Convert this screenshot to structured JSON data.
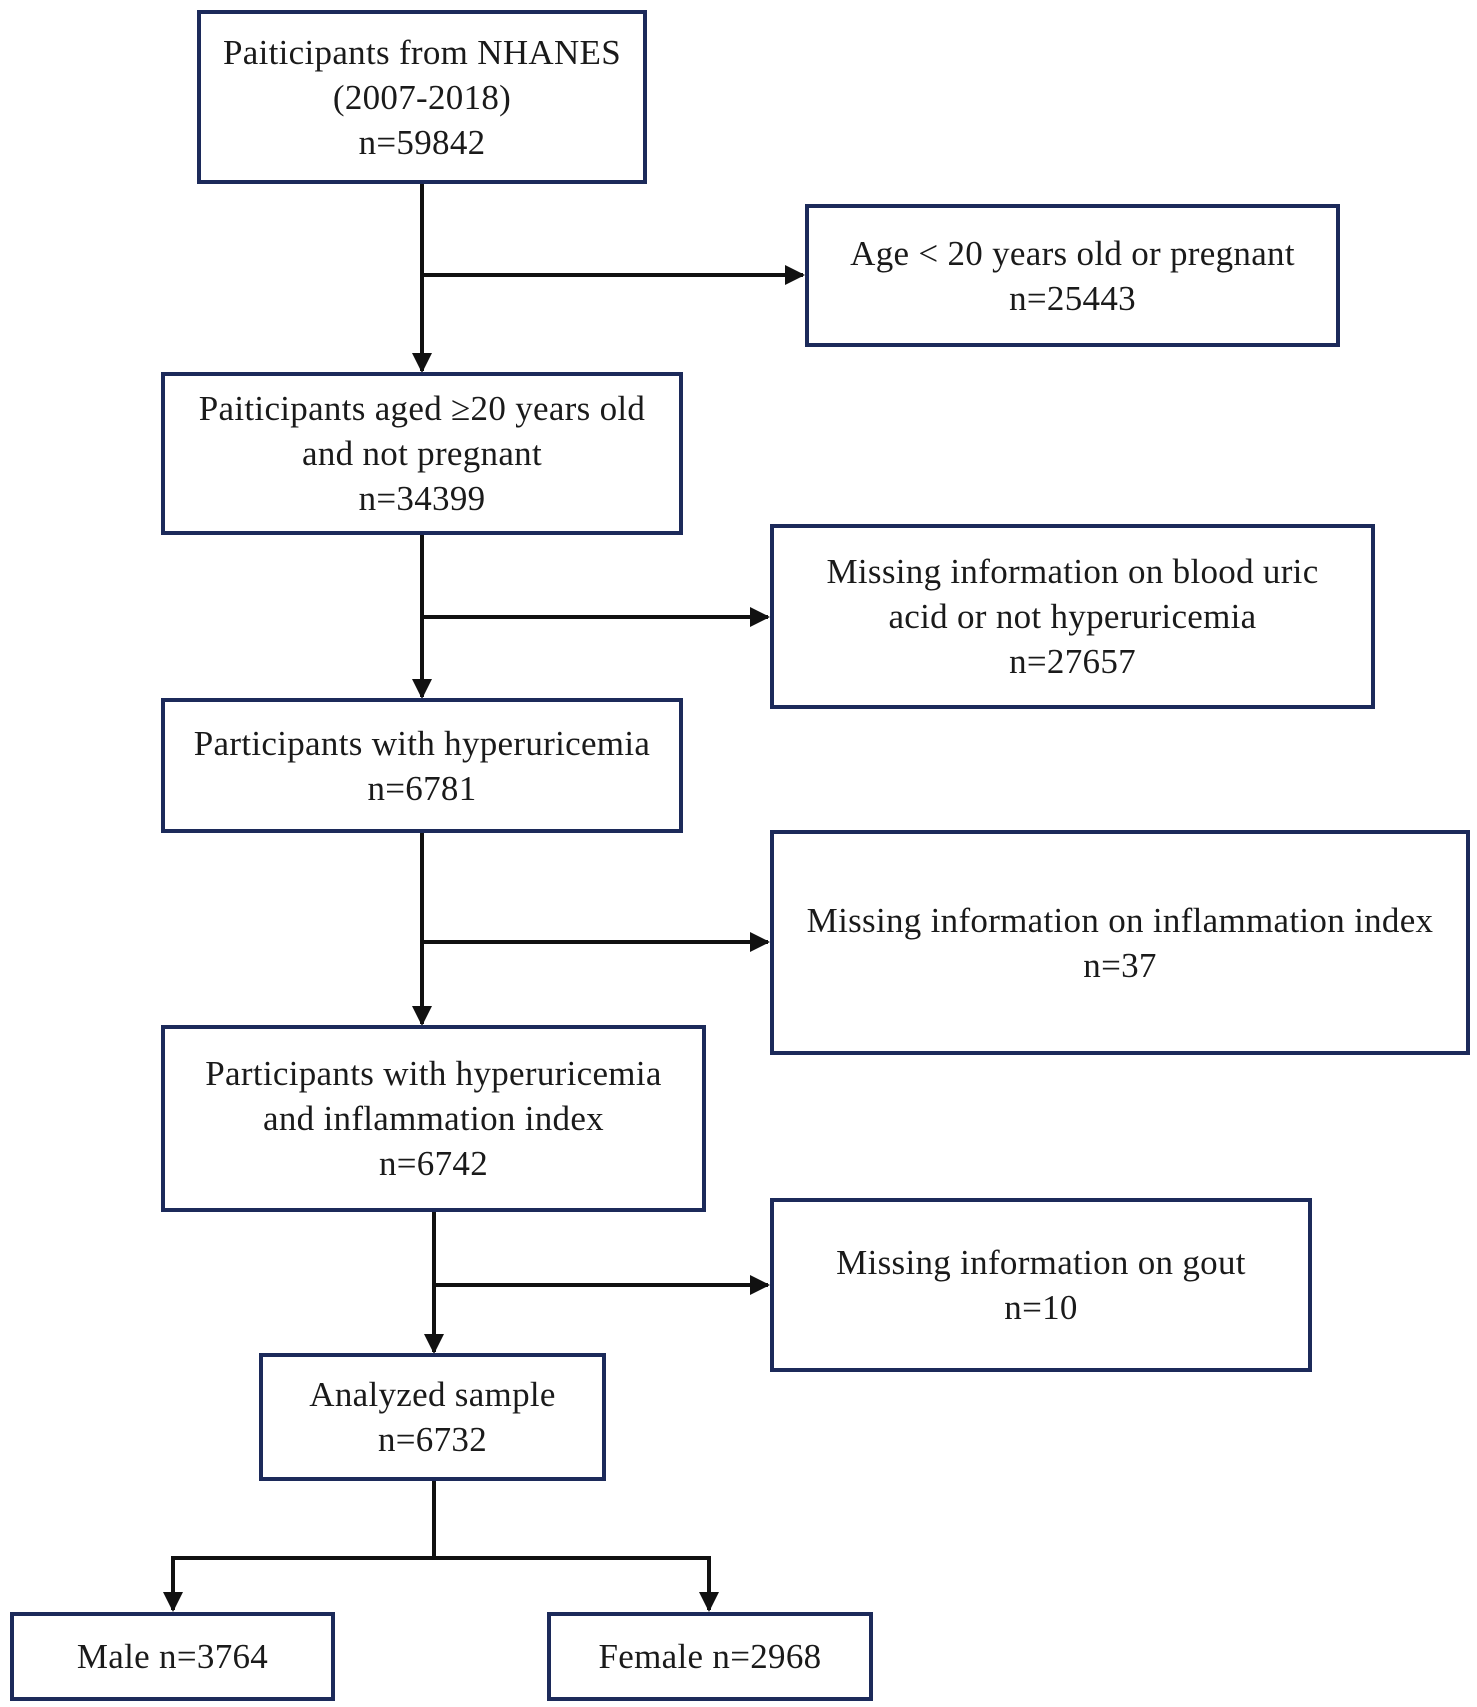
{
  "nodes": {
    "start": {
      "lines": [
        "Paiticipants from NHANES",
        "(2007-2018)",
        "n=59842"
      ]
    },
    "excl_age": {
      "lines": [
        "Age < 20 years old or  pregnant",
        "n=25443"
      ]
    },
    "adults": {
      "lines": [
        "Paiticipants aged ≥20 years old",
        "and not pregnant",
        "n=34399"
      ]
    },
    "excl_uric": {
      "lines": [
        "Missing information on blood uric",
        "acid or  not hyperuricemia",
        "n=27657"
      ]
    },
    "hyper": {
      "lines": [
        "Participants with hyperuricemia",
        "n=6781"
      ]
    },
    "excl_inflam": {
      "lines": [
        "Missing information on inflammation index",
        "n=37"
      ]
    },
    "hyper_inflam": {
      "lines": [
        "Participants with hyperuricemia",
        "and inflammation index",
        "n=6742"
      ]
    },
    "excl_gout": {
      "lines": [
        "Missing information on gout",
        "n=10"
      ]
    },
    "analyzed": {
      "lines": [
        "Analyzed sample",
        "n=6732"
      ]
    },
    "male": {
      "lines": [
        "Male n=3764"
      ]
    },
    "female": {
      "lines": [
        "Female n=2968"
      ]
    }
  },
  "style": {
    "line_color": "#111111",
    "border_color": "#1c2a5a"
  }
}
